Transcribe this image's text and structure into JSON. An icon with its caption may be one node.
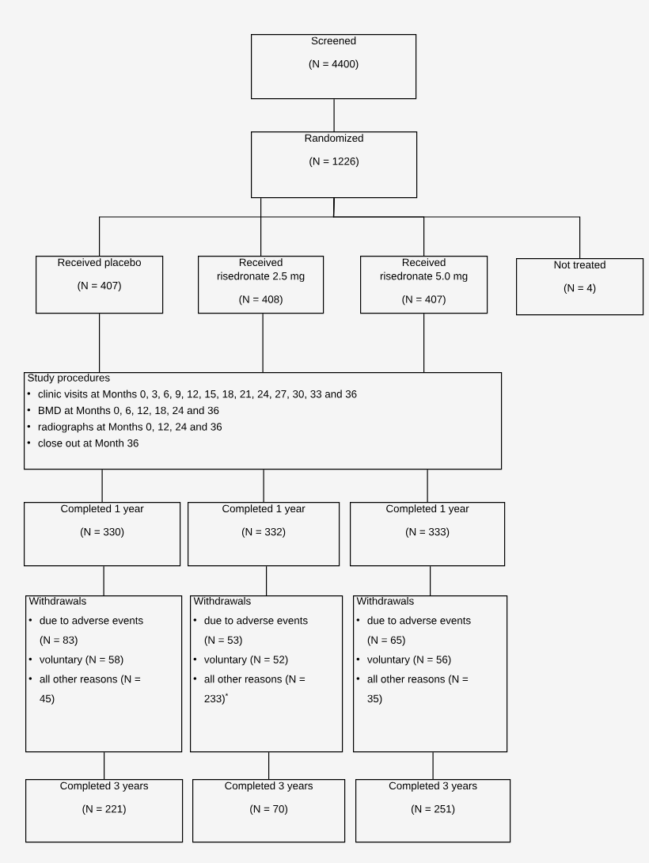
{
  "diagram": {
    "nodes": [
      {
        "text": [
          "Screened",
          "(N = 4400)"
        ]
      },
      {
        "text": [
          "Randomized",
          "(N = 1226)"
        ]
      },
      {
        "text": [
          "Received placebo",
          "(N = 407)"
        ]
      },
      {
        "text": [
          "Received risedronate 2.5 mg",
          "(N = 408)"
        ]
      },
      {
        "text": [
          "Received risedronate 5.0 mg",
          "(N = 407)"
        ]
      },
      {
        "text": [
          "Not treated",
          "(N = 4)"
        ]
      },
      {
        "text": [
          "Study procedures",
          "clinic visits at Months 0, 3, 6, 9, 12, 15, 18, 21, 24, 27, 30, 33 and 36",
          "BMD at Months 0, 6, 12, 18, 24 and 36",
          "radiographs at Months 0, 12, 24 and 36",
          "close out at Month 36"
        ]
      },
      {
        "text": [
          "Completed 1 year",
          "(N = 330)"
        ]
      },
      {
        "text": [
          "Completed 1 year",
          "(N = 332)"
        ]
      },
      {
        "text": [
          "Completed 1 year",
          "(N = 333)"
        ]
      },
      {
        "text": [
          "Withdrawals",
          "due to adverse events (N = 83)",
          "voluntary (N = 58)",
          "all other reasons (N = 45)"
        ]
      },
      {
        "text": [
          "Withdrawals",
          "due to adverse events (N = 53)",
          "voluntary (N = 52)",
          "all other reasons (N = 233)$^{*}$"
        ]
      },
      {
        "text": [
          "Withdrawals",
          "due to adverse events (N = 65)",
          "voluntary (N = 56)",
          "all other reasons (N = 35)"
        ]
      },
      {
        "text": [
          "Completed 3 years",
          "(N = 221)"
        ]
      },
      {
        "text": [
          "Completed 3 years",
          "(N = 70)"
        ]
      },
      {
        "text": [
          "Completed 3 years",
          "(N = 251)"
        ]
      }
    ],
    "edges": [
      {
        "from": 0,
        "to": 1,
        "arrow": "none"
      },
      {
        "from": 1,
        "to": 2,
        "arrow": "none"
      },
      {
        "from": 1,
        "to": 3,
        "arrow": "none"
      },
      {
        "from": 1,
        "to": 4,
        "arrow": "none"
      },
      {
        "from": 1,
        "to": 5,
        "arrow": "none"
      },
      {
        "from": 2,
        "to": 6,
        "arrow": "none"
      },
      {
        "from": 3,
        "to": 6,
        "arrow": "none"
      },
      {
        "from": 4,
        "to": 6,
        "arrow": "none"
      },
      {
        "from": 6,
        "to": 7,
        "arrow": "none"
      },
      {
        "from": 6,
        "to": 8,
        "arrow": "none"
      },
      {
        "from": 6,
        "to": 9,
        "arrow": "none"
      },
      {
        "from": 7,
        "to": 10,
        "arrow": "none"
      },
      {
        "from": 8,
        "to": 11,
        "arrow": "none"
      },
      {
        "from": 9,
        "to": 12,
        "arrow": "none"
      },
      {
        "from": 10,
        "to": 13,
        "arrow": "none"
      },
      {
        "from": 11,
        "to": 14,
        "arrow": "none"
      },
      {
        "from": 12,
        "to": 15,
        "arrow": "none"
      }
    ]
  }
}
